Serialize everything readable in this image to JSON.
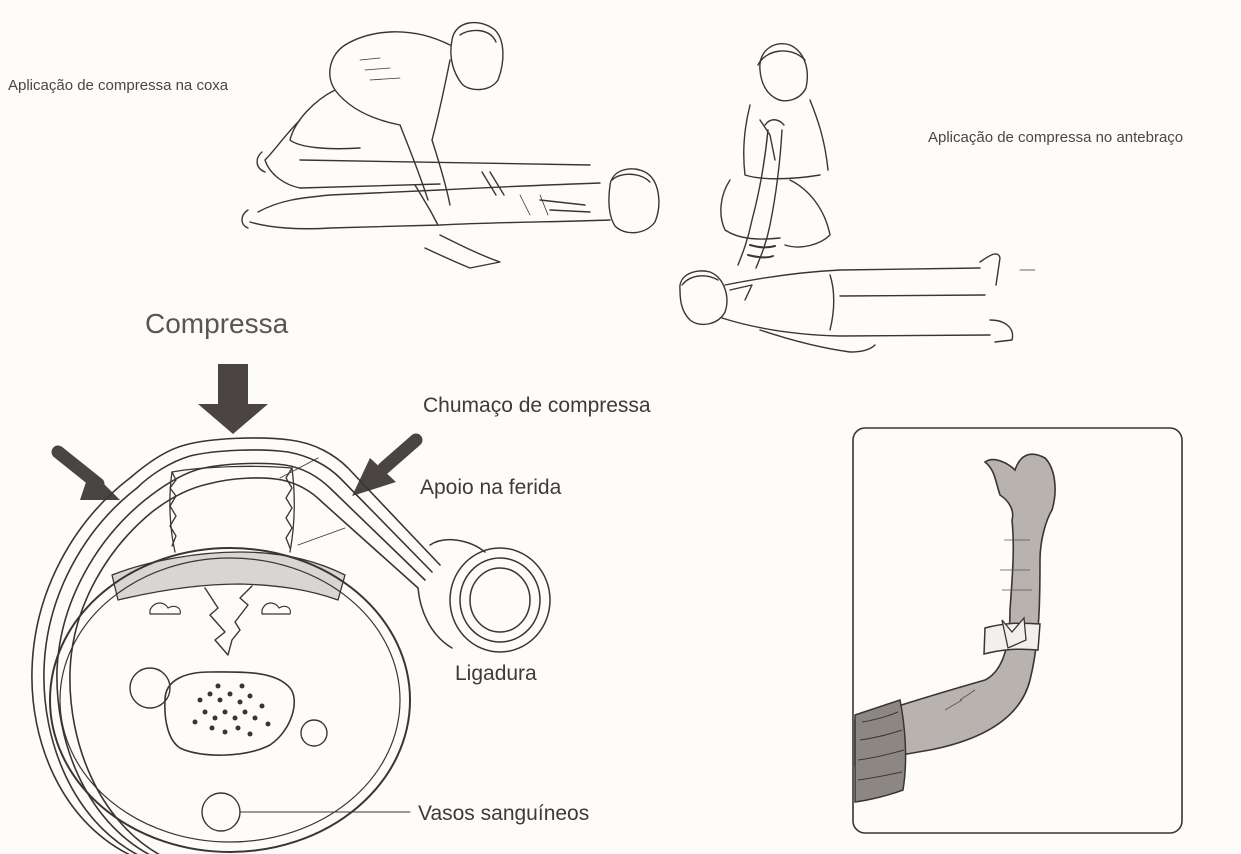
{
  "labels": {
    "thigh": "Aplicação de compressa na coxa",
    "forearm": "Aplicação de compressa no antebraço",
    "compressa": "Compressa",
    "chumaco": "Chumaço de compressa",
    "apoio": "Apoio na ferida",
    "ligadura": "Ligadura",
    "vasos": "Vasos sanguíneos"
  }
}
